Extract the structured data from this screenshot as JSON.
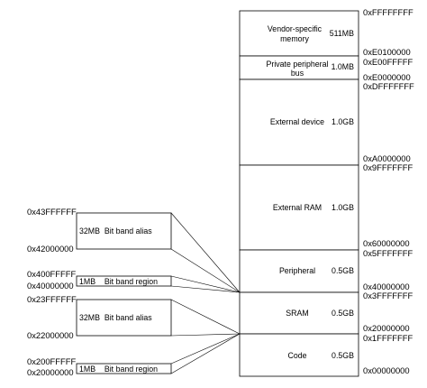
{
  "memory_map": {
    "regions": [
      {
        "label_lines": [
          "Vendor-specific",
          "memory"
        ],
        "size": "511MB"
      },
      {
        "label_lines": [
          "Private peripheral",
          "bus"
        ],
        "size": "1.0MB"
      },
      {
        "label_lines": [
          "External device"
        ],
        "size": "1.0GB"
      },
      {
        "label_lines": [
          "External RAM"
        ],
        "size": "1.0GB"
      },
      {
        "label_lines": [
          "Peripheral"
        ],
        "size": "0.5GB"
      },
      {
        "label_lines": [
          "SRAM"
        ],
        "size": "0.5GB"
      },
      {
        "label_lines": [
          "Code"
        ],
        "size": "0.5GB"
      }
    ],
    "right_addresses": [
      "0xFFFFFFFF",
      "0xE0100000",
      "0xE00FFFFF",
      "0xE0000000",
      "0xDFFFFFFF",
      "0xA0000000",
      "0x9FFFFFFF",
      "0x60000000",
      "0x5FFFFFFF",
      "0x40000000",
      "0x3FFFFFFF",
      "0x20000000",
      "0x1FFFFFFF",
      "0x00000000"
    ]
  },
  "bit_band": {
    "blocks": [
      {
        "label": "32MB  Bit band alias",
        "top_address": "0x43FFFFFF",
        "bottom_address": "0x42000000"
      },
      {
        "label": "1MB    Bit band region",
        "top_address": "0x400FFFFF",
        "bottom_address": "0x40000000"
      },
      {
        "label": "32MB  Bit band alias",
        "top_address": "0x23FFFFFF",
        "bottom_address": "0x22000000"
      },
      {
        "label": "1MB    Bit band region",
        "top_address": "0x200FFFFF",
        "bottom_address": "0x20000000"
      }
    ]
  }
}
